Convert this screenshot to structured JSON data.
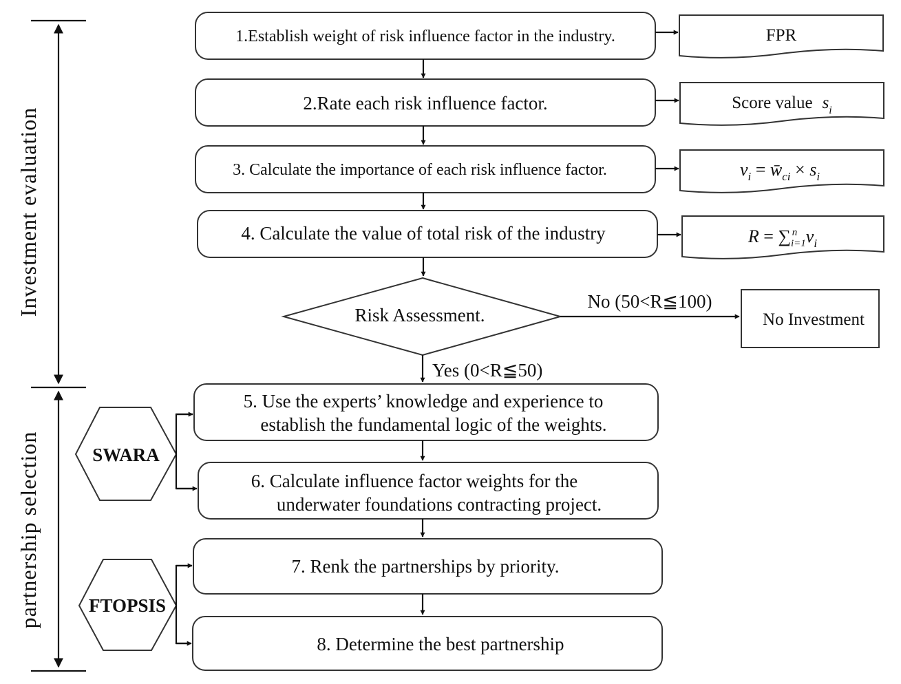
{
  "sections": {
    "investment": "Investment   evaluation",
    "partnership": "partnership selection"
  },
  "steps": {
    "s1": "1.Establish weight of risk influence factor in the industry.",
    "s2": "2.Rate each risk influence factor.",
    "s3": "3. Calculate the importance of each risk influence factor.",
    "s4": "4. Calculate the value of total risk of the industry",
    "s5a": "5. Use the experts’ knowledge and experience to",
    "s5b": "establish the fundamental logic of the weights.",
    "s6a": "6. Calculate influence factor weights for the",
    "s6b": "underwater foundations contracting project.",
    "s7": "7. Renk the partnerships by priority.",
    "s8": "8. Determine the best partnership"
  },
  "outputs": {
    "o1": "FPR",
    "o2_text": "Score value",
    "o2_sym": "s",
    "o2_sub": "i",
    "o3": "v",
    "o3_i": "i",
    "o3_eq": " = ",
    "o3_w": "w̄",
    "o3_ci": "ci",
    "o3_times": " × ",
    "o3_s": "s",
    "o3_si": "i",
    "o4_R": "R",
    "o4_eq": " = ∑",
    "o4_lower": "i=1",
    "o4_upper": "n",
    "o4_v": " v",
    "o4_vi": "i"
  },
  "decision": {
    "label": "Risk  Assessment.",
    "no_label": "No (50<R≦100)",
    "yes_label": "Yes  (0<R≦50)",
    "no_result": "No Investment"
  },
  "methods": {
    "swara": "SWARA",
    "ftopsis": "FTOPSIS"
  }
}
